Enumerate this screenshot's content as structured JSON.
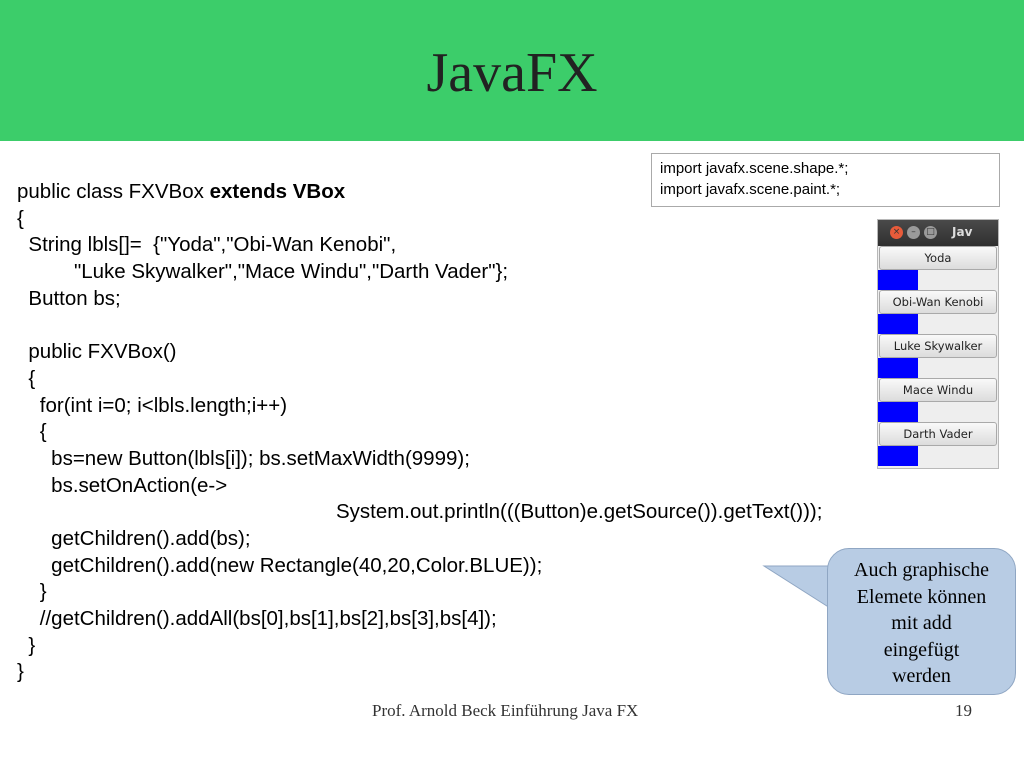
{
  "slide": {
    "title": "JavaFX",
    "footer": "Prof. Arnold Beck Einführung Java FX",
    "page_number": "19"
  },
  "code": {
    "line1_pre": "public class FXVBox ",
    "line1_kw": "extends VBox",
    "lines": [
      "{",
      "  String lbls[]=  {\"Yoda\",\"Obi-Wan Kenobi\",",
      "          \"Luke Skywalker\",\"Mace Windu\",\"Darth Vader\"};",
      "  Button bs;",
      "",
      "  public FXVBox()",
      "  {",
      "    for(int i=0; i<lbls.length;i++)",
      "    {",
      "      bs=new Button(lbls[i]); bs.setMaxWidth(9999);",
      "      bs.setOnAction(e->",
      "                                                        System.out.println(((Button)e.getSource()).getText()));",
      "      getChildren().add(bs);",
      "      getChildren().add(new Rectangle(40,20,Color.BLUE));",
      "    }",
      "    //getChildren().addAll(bs[0],bs[1],bs[2],bs[3],bs[4]);",
      "  }",
      "}"
    ]
  },
  "imports": [
    "import javafx.scene.shape.*;",
    "import javafx.scene.paint.*;"
  ],
  "window": {
    "title": "Jav",
    "close_glyph": "×",
    "min_glyph": "–",
    "max_glyph": "□",
    "buttons": [
      "Yoda",
      "Obi-Wan Kenobi",
      "Luke Skywalker",
      "Mace Windu",
      "Darth Vader"
    ],
    "rect_color": "#0000ff"
  },
  "callout": {
    "lines": [
      "Auch graphische",
      "Elemete können",
      "mit add",
      "eingefügt",
      "werden"
    ]
  },
  "colors": {
    "header": "#3ccd6a",
    "callout_fill": "#b8cce4",
    "rectangle": "#0000ff"
  }
}
